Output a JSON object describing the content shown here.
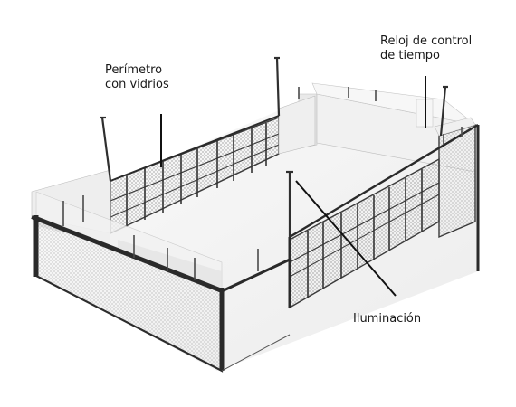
{
  "labels": {
    "perimeter": {
      "line1": "Perímetro",
      "line2": "con vidrios"
    },
    "clock": {
      "line1": "Reloj de control",
      "line2": "de tiempo"
    },
    "lighting": {
      "line1": "Iluminación"
    }
  },
  "colors": {
    "frame": "#2a2a2a",
    "glass": "#eeeeee",
    "mesh": "#6a6a6a",
    "floor": "#f4f4f4",
    "pointer": "#111111"
  }
}
